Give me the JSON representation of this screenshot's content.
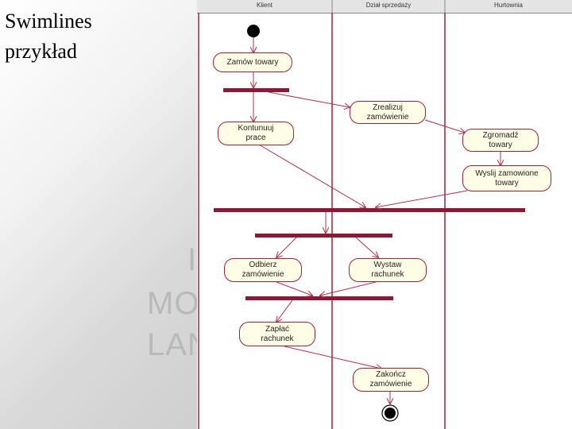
{
  "slide": {
    "title_line1": "Swimlines",
    "title_line2": "przykład",
    "watermark_lines": [
      "I",
      "MO",
      "LAN"
    ]
  },
  "lanes": [
    "Klient",
    "Dział sprzedaży",
    "Hurtownia"
  ],
  "nodes": {
    "zamow": {
      "line1": "Zamów towary",
      "line2": ""
    },
    "zrealizuj": {
      "line1": "Zrealizuj",
      "line2": "zamówienie"
    },
    "kontynuuj": {
      "line1": "Kontunuuj",
      "line2": "prace"
    },
    "zgromadz": {
      "line1": "Zgromadź",
      "line2": "towary"
    },
    "wyslij": {
      "line1": "Wyslij zamowione",
      "line2": "towary"
    },
    "odbierz": {
      "line1": "Odbierz",
      "line2": "zamówienie"
    },
    "wystaw": {
      "line1": "Wystaw",
      "line2": "rachunek"
    },
    "zaplac": {
      "line1": "Zapłać",
      "line2": "rachunek"
    },
    "zakoncz": {
      "line1": "Zakończ",
      "line2": "zamówienie"
    }
  },
  "colors": {
    "lane_line": "#a0203a",
    "sync_bar": "#8c1838",
    "arrow": "#b0304a",
    "node_fill": "#fefee6"
  }
}
